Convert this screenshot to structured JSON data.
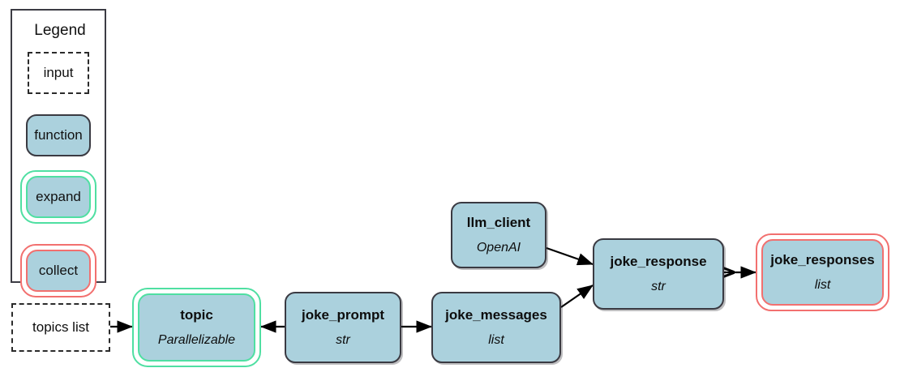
{
  "diagram": {
    "background_color": "#ffffff",
    "node_fill": "#abd1dd",
    "node_border": "#3a3a42",
    "expand_color": "#4fdfa2",
    "collect_color": "#f2706f",
    "input_border": "#2b2b2b",
    "edge_color": "#000000"
  },
  "legend": {
    "title": "Legend",
    "items": [
      {
        "label": "input",
        "kind": "input"
      },
      {
        "label": "function",
        "kind": "function"
      },
      {
        "label": "expand",
        "kind": "expand"
      },
      {
        "label": "collect",
        "kind": "collect"
      }
    ]
  },
  "nodes": [
    {
      "id": "topics_list",
      "name": "topics list",
      "type": "",
      "kind": "input"
    },
    {
      "id": "topic",
      "name": "topic",
      "type": "Parallelizable",
      "kind": "expand"
    },
    {
      "id": "joke_prompt",
      "name": "joke_prompt",
      "type": "str",
      "kind": "function"
    },
    {
      "id": "joke_messages",
      "name": "joke_messages",
      "type": "list",
      "kind": "function"
    },
    {
      "id": "llm_client",
      "name": "llm_client",
      "type": "OpenAI",
      "kind": "function"
    },
    {
      "id": "joke_response",
      "name": "joke_response",
      "type": "str",
      "kind": "function"
    },
    {
      "id": "joke_responses",
      "name": "joke_responses",
      "type": "list",
      "kind": "collect"
    }
  ],
  "edges": [
    {
      "from": "topics_list",
      "to": "topic",
      "marker": "arrow"
    },
    {
      "from": "joke_prompt",
      "to": "topic",
      "marker": "arrow"
    },
    {
      "from": "joke_prompt",
      "to": "joke_messages",
      "marker": "arrow"
    },
    {
      "from": "joke_messages",
      "to": "joke_response",
      "marker": "arrow"
    },
    {
      "from": "llm_client",
      "to": "joke_response",
      "marker": "arrow"
    },
    {
      "from": "joke_response",
      "to": "joke_responses",
      "marker": "double-arrow"
    }
  ]
}
